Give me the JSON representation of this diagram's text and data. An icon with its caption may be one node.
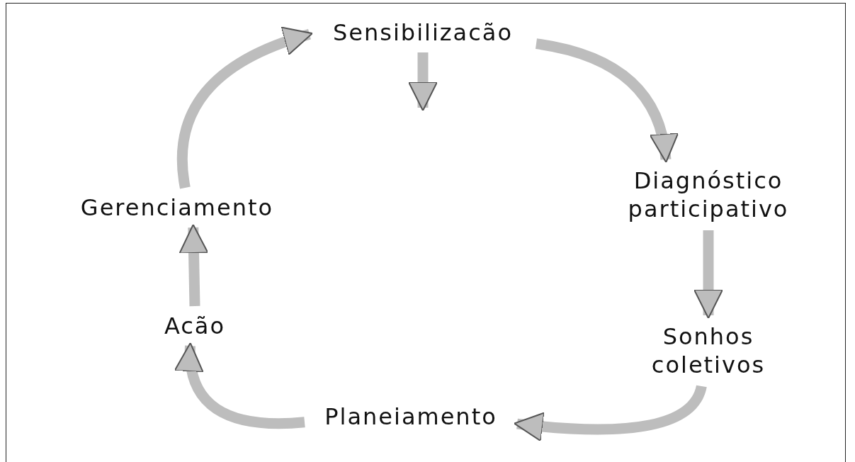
{
  "diagram": {
    "nodes": [
      {
        "text": [
          "Sensibilizacão"
        ]
      },
      {
        "text": [
          "Diagnóstico participativo"
        ]
      },
      {
        "text": [
          "Sonhos coletivos"
        ]
      },
      {
        "text": [
          "Planeiamento"
        ]
      },
      {
        "text": [
          "Acão"
        ]
      },
      {
        "text": [
          "Gerenciamento"
        ]
      }
    ],
    "edges": [
      {
        "from": 0,
        "to": null,
        "arrow": "to"
      },
      {
        "from": 0,
        "to": 1,
        "arrow": "to"
      },
      {
        "from": 1,
        "to": 2,
        "arrow": "to"
      },
      {
        "from": 2,
        "to": 3,
        "arrow": "to"
      },
      {
        "from": 3,
        "to": 4,
        "arrow": "to"
      },
      {
        "from": 4,
        "to": 5,
        "arrow": "to"
      },
      {
        "from": 5,
        "to": 0,
        "arrow": "to"
      }
    ]
  }
}
